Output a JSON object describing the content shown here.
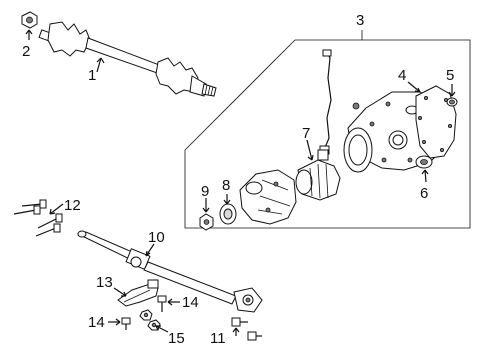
{
  "callouts": {
    "c1": "1",
    "c2": "2",
    "c3": "3",
    "c4": "4",
    "c5": "5",
    "c6": "6",
    "c7": "7",
    "c8": "8",
    "c9": "9",
    "c10": "10",
    "c11": "11",
    "c12": "12",
    "c13": "13",
    "c14a": "14",
    "c14b": "14",
    "c15": "15"
  },
  "colors": {
    "line": "#111111",
    "fill": "#ffffff",
    "shade": "#d9d9d9",
    "background": "#ffffff"
  }
}
